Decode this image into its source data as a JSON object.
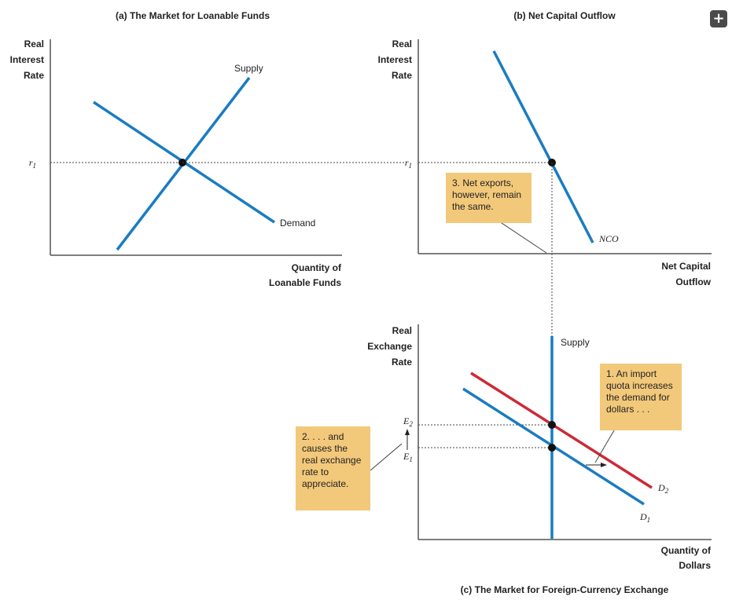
{
  "panel_a": {
    "title": "(a) The Market for Loanable Funds",
    "y_axis_label": [
      "Real",
      "Interest",
      "Rate"
    ],
    "x_axis_label": [
      "Quantity of",
      "Loanable Funds"
    ],
    "r1_label": "r",
    "r1_subscript": "1",
    "supply_label": "Supply",
    "demand_label": "Demand"
  },
  "panel_b": {
    "title": "(b) Net Capital Outflow",
    "y_axis_label": [
      "Real",
      "Interest",
      "Rate"
    ],
    "x_axis_label": [
      "Net Capital",
      "Outflow"
    ],
    "r1_label": "r",
    "r1_subscript": "1",
    "nco_label": "NCO",
    "note3": [
      "3. Net exports,",
      "however, remain",
      "the same."
    ]
  },
  "panel_c": {
    "title": "(c) The Market for Foreign-Currency Exchange",
    "y_axis_label": [
      "Real",
      "Exchange",
      "Rate"
    ],
    "x_axis_label": [
      "Quantity of",
      "Dollars"
    ],
    "supply_label": "Supply",
    "e2_label": "E",
    "e2_subscript": "2",
    "e1_label": "E",
    "e1_subscript": "1",
    "d1_label": "D",
    "d1_subscript": "1",
    "d2_label": "D",
    "d2_subscript": "2",
    "note1": [
      "1. An import",
      "quota increases",
      "the demand for",
      "dollars . . ."
    ],
    "note2": [
      "2. . . . and",
      "causes the",
      "real exchange",
      "rate to",
      "appreciate."
    ]
  },
  "colors": {
    "curve_blue": "#1a7cc1",
    "curve_red": "#cc2a36",
    "note_fill": "#f2c87a",
    "axis": "#555555"
  },
  "toolbar": {
    "expand_icon": "plus-icon"
  }
}
